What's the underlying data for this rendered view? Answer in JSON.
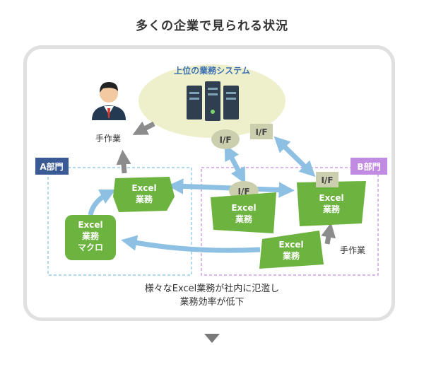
{
  "title": "多くの企業で見られる状況",
  "system_label": "上位の業務システム",
  "manual_work_label": "手作業",
  "dept_a_label": "A部門",
  "dept_b_label": "B部門",
  "if_label": "I/F",
  "excel_lines": [
    "Excel",
    "業務"
  ],
  "macro_lines": [
    "Excel",
    "業務",
    "マクロ"
  ],
  "caption_lines": [
    "様々なExcel業務が社内に氾濫し",
    "業務効率が低下"
  ],
  "colors": {
    "green": "#6db33f",
    "blue_arrow": "#8ec0e3",
    "gray_arrow": "#8c8c8c",
    "cloud": "#eef0cc",
    "if_box": "#cccfae",
    "dept_a": "#3a5a96",
    "dept_b": "#c08be0",
    "server": "#2f3f4f"
  }
}
